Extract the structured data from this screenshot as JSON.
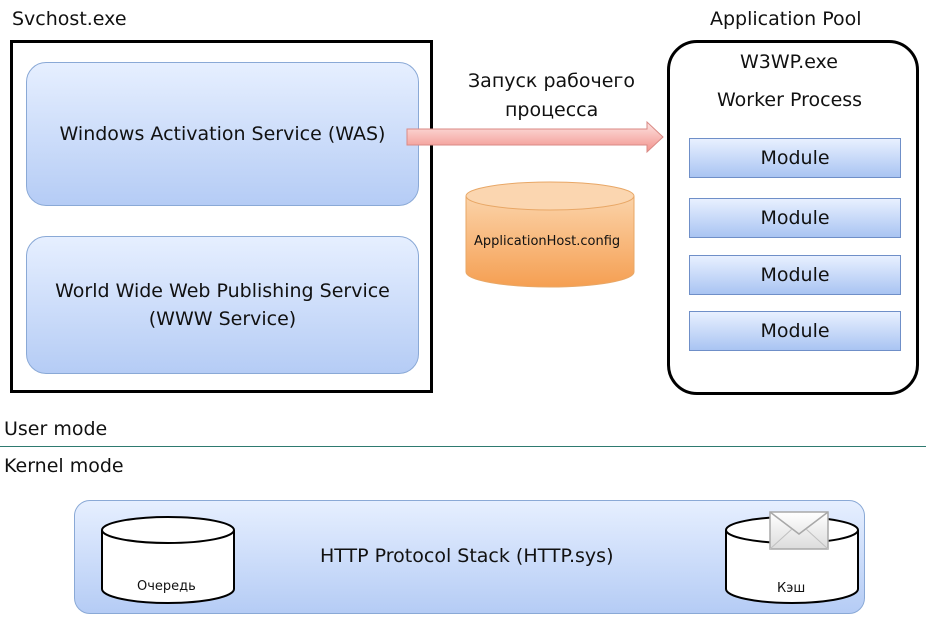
{
  "user_mode": {
    "svchost_title": "Svchost.exe",
    "was_label": "Windows Activation Service (WAS)",
    "www_label_line1": "World Wide Web Publishing Service",
    "www_label_line2": "(WWW Service)",
    "arrow_label_line1": "Запуск рабочего",
    "arrow_label_line2": "процесса",
    "config_label": "ApplicationHost.config",
    "pool_title": "Application Pool",
    "w3wp_label": "W3WP.exe",
    "worker_label": "Worker Process",
    "modules": [
      "Module",
      "Module",
      "Module",
      "Module"
    ],
    "mode_label": "User mode"
  },
  "kernel_mode": {
    "mode_label": "Kernel mode",
    "stack_label": "HTTP Protocol Stack (HTTP.sys)",
    "queue_label": "Очередь",
    "cache_label": "Кэш"
  },
  "colors": {
    "blue_fill": "#b5ccf5",
    "orange_fill": "#f7b97e",
    "arrow_fill": "#f4a6a2"
  }
}
